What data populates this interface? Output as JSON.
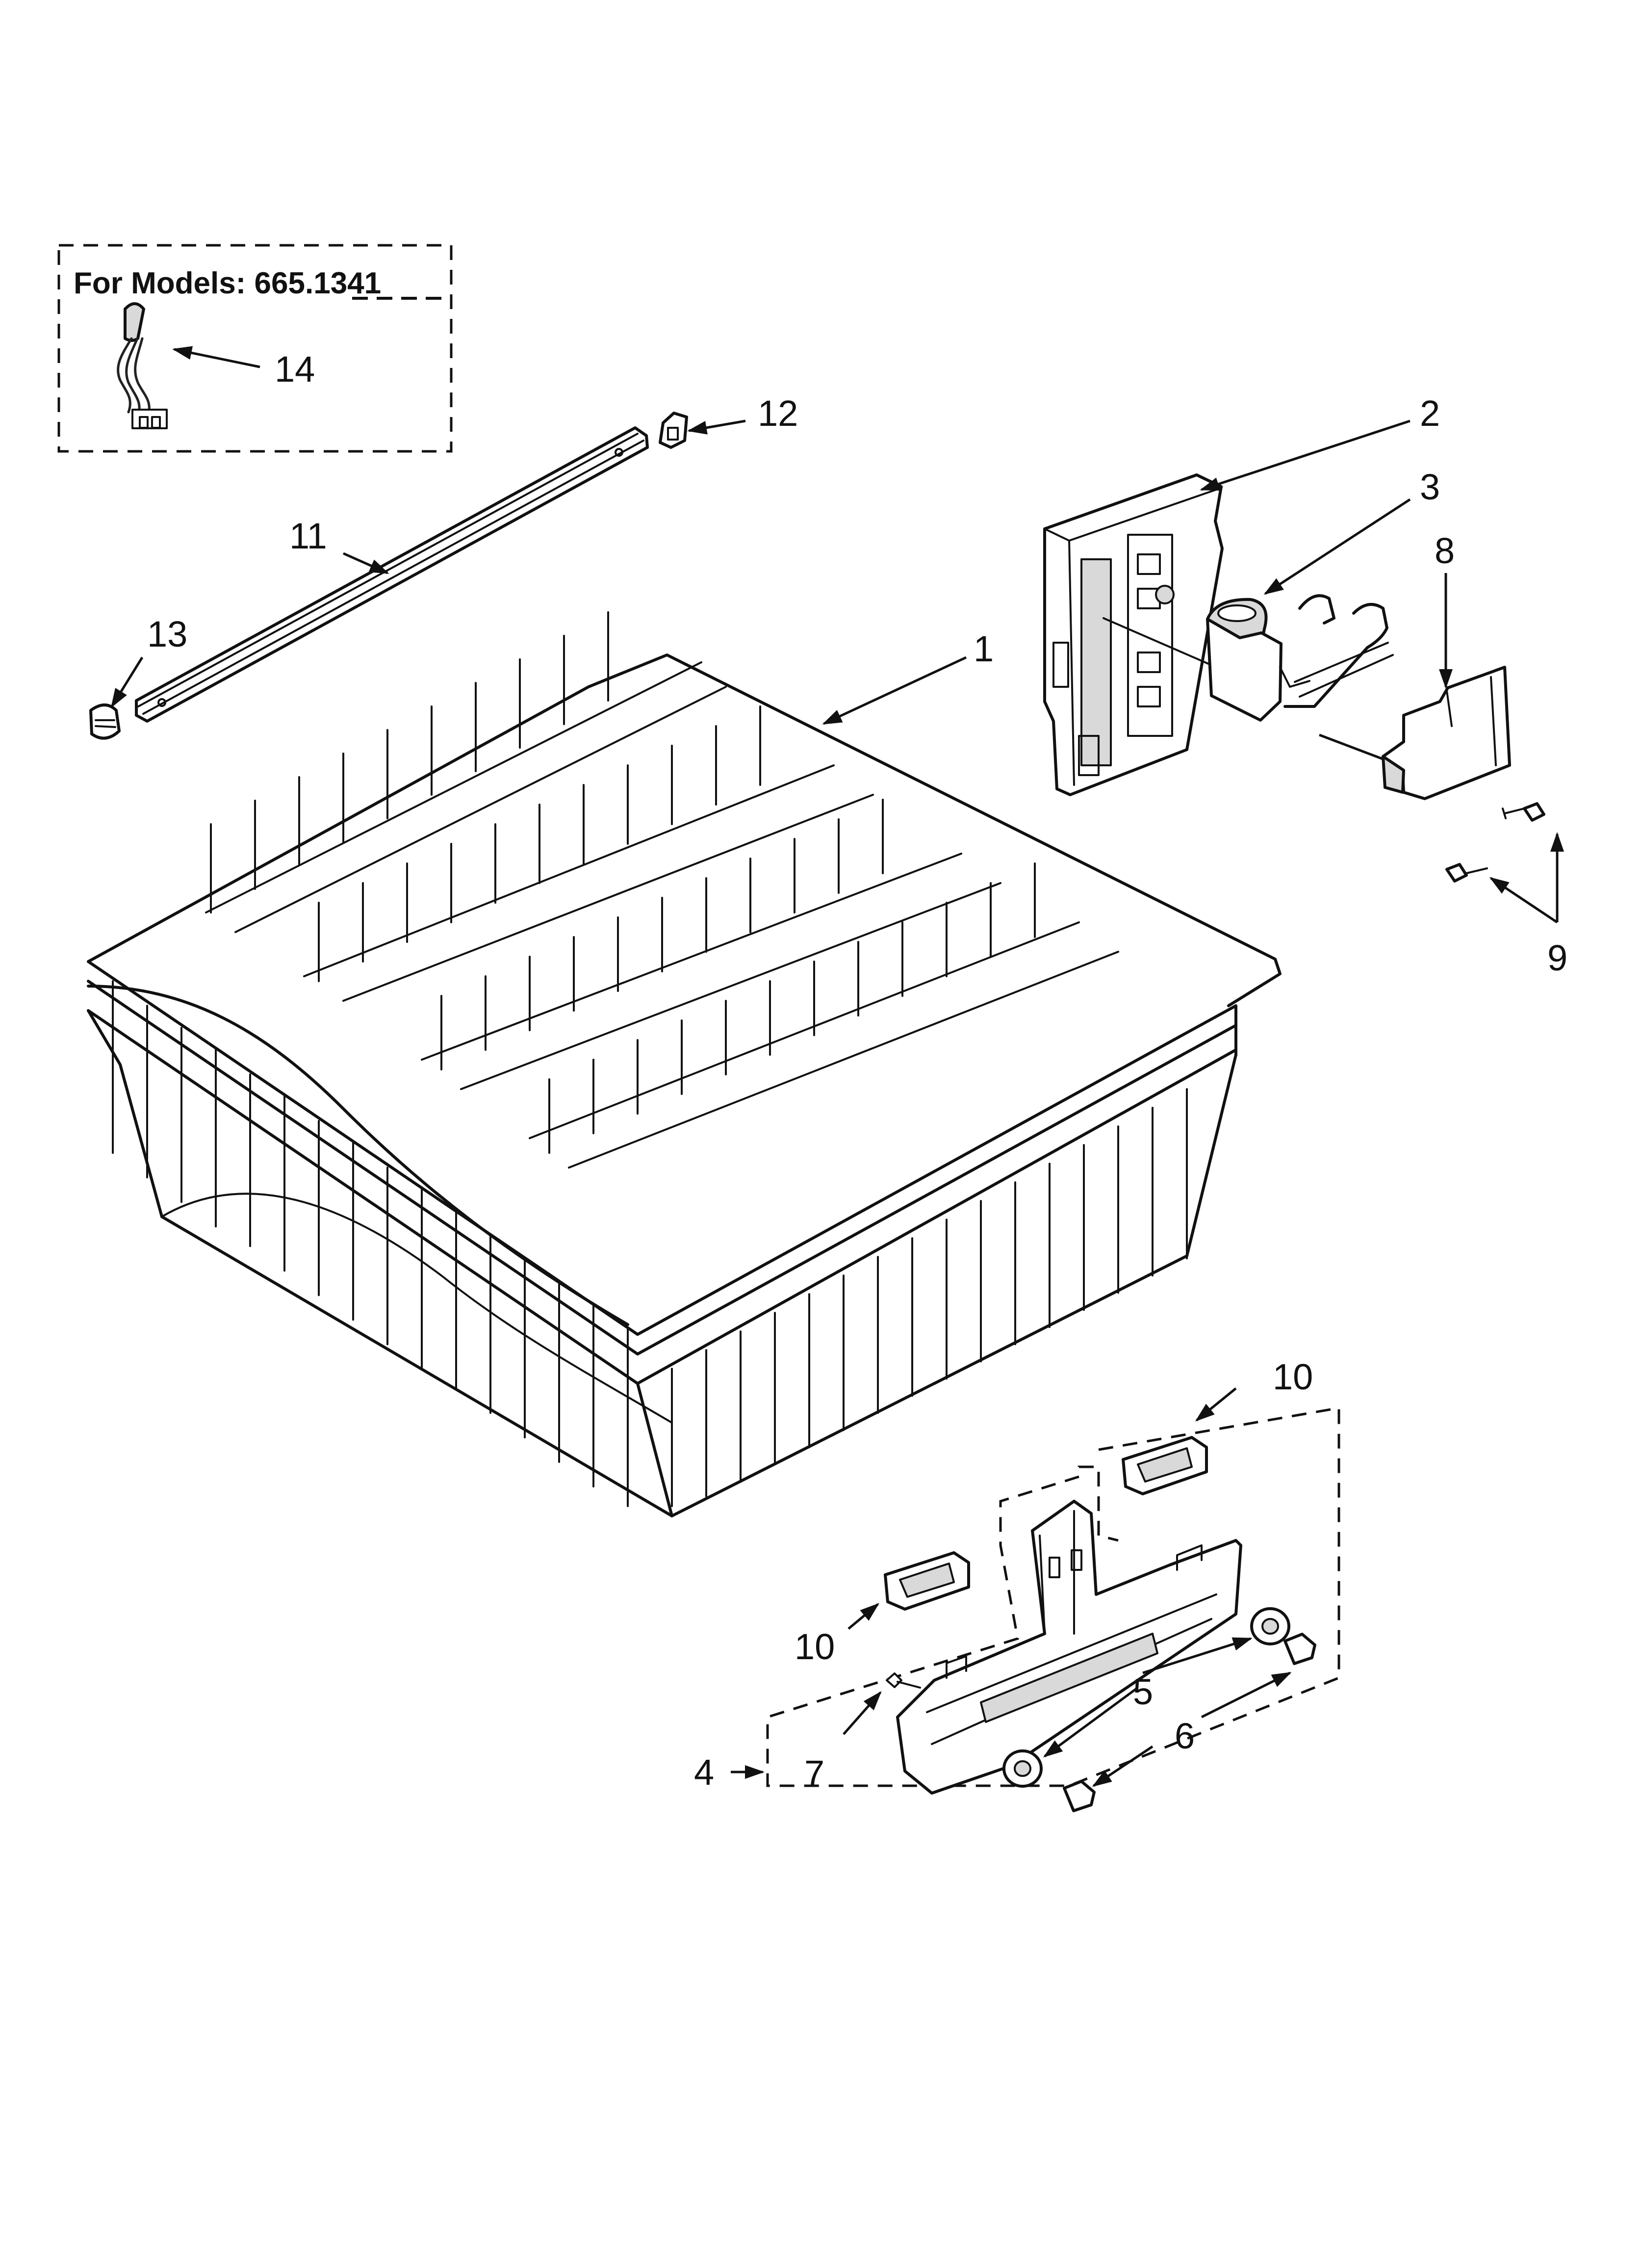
{
  "models_box": {
    "label": "For Models: 665.1341"
  },
  "callouts": {
    "rack": "1",
    "adjuster_housing": "2",
    "adjuster_latch": "3",
    "rail_assembly": "4",
    "wheel": "5",
    "axle": "6",
    "screw_7": "7",
    "cover": "8",
    "screws_9": "9",
    "clip_10_upper": "10",
    "clip_10_lower": "10",
    "rail": "11",
    "end_clip": "12",
    "end_cap": "13",
    "harness": "14"
  }
}
